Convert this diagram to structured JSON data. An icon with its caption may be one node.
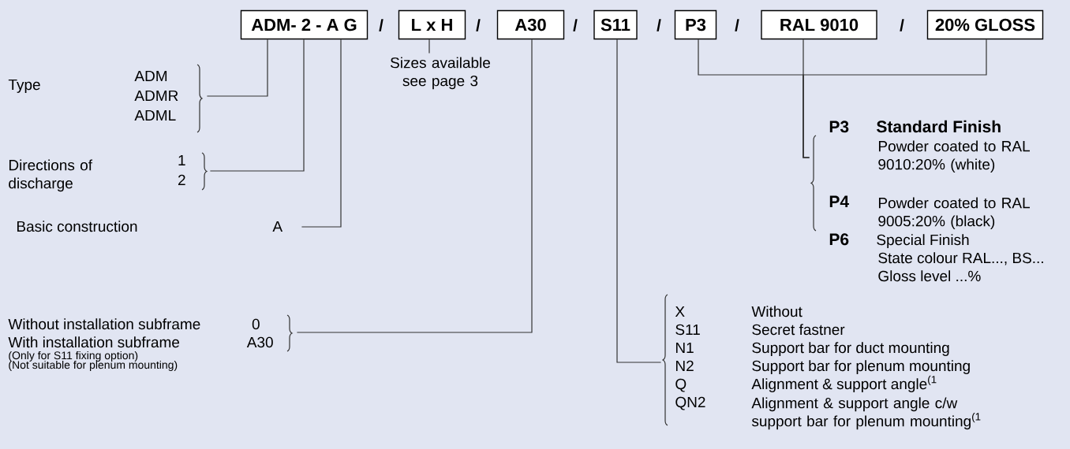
{
  "diagram": {
    "nodes": [
      {
        "text": [
          "ADM- 2 - A G"
        ]
      },
      {
        "text": [
          "L x H"
        ]
      },
      {
        "text": [
          "A30"
        ]
      },
      {
        "text": [
          "S11"
        ]
      },
      {
        "text": [
          "P3"
        ]
      },
      {
        "text": [
          "RAL 9010"
        ]
      },
      {
        "text": [
          "20% GLOSS"
        ]
      },
      {
        "text": [
          "Type",
          "ADM",
          "ADMR",
          "ADML"
        ]
      },
      {
        "text": [
          "Directions of discharge",
          "1",
          "2"
        ]
      },
      {
        "text": [
          "Basic construction",
          "A"
        ]
      },
      {
        "text": [
          "Sizes available see page 3"
        ]
      },
      {
        "text": [
          "Without installation subframe",
          "0",
          "With installation subframe",
          "A30",
          "(Only for S11 fixing option)",
          "(Not suitable for plenum mounting)"
        ]
      },
      {
        "text": [
          "X",
          "Without",
          "S11",
          "Secret fastner",
          "N1",
          "Support bar for duct mounting",
          "N2",
          "Support bar for plenum mounting",
          "Q",
          "Alignment & support angle$^{(1}$",
          "QN2",
          "Alignment & support angle c/w support bar for plenum mounting$^{(1}$"
        ]
      },
      {
        "text": [
          "P3",
          "Standard Finish",
          "Powder coated to RAL 9010:20% (white)",
          "P4",
          "Powder coated to RAL 9005:20% (black)",
          "P6",
          "Special Finish",
          "State colour RAL..., BS...",
          "Gloss level ...%"
        ]
      }
    ],
    "edges": [
      {
        "from": 0,
        "to": 7,
        "arrow": "none"
      },
      {
        "from": 0,
        "to": 8,
        "arrow": "none"
      },
      {
        "from": 0,
        "to": 9,
        "arrow": "none"
      },
      {
        "from": 1,
        "to": 10,
        "arrow": "none"
      },
      {
        "from": 2,
        "to": 11,
        "arrow": "none"
      },
      {
        "from": 3,
        "to": 12,
        "arrow": "none"
      },
      {
        "from": 4,
        "to": 13,
        "arrow": "none"
      },
      {
        "from": 5,
        "to": 13,
        "arrow": "none"
      },
      {
        "from": 6,
        "to": 13,
        "arrow": "none"
      }
    ],
    "labels": [
      "/",
      "/",
      "/",
      "/",
      "/",
      "/"
    ]
  }
}
